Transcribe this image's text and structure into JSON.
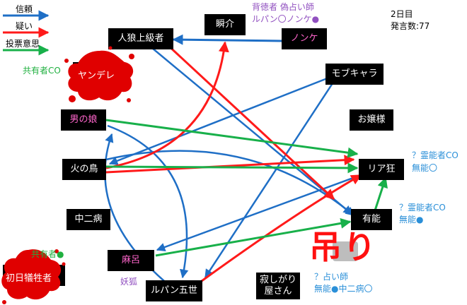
{
  "legend": [
    {
      "label": "信頼",
      "color": "#1f6fc6"
    },
    {
      "label": "疑い",
      "color": "#ff1a1a"
    },
    {
      "label": "投票意思",
      "color": "#18b04a"
    }
  ],
  "day": {
    "day_label": "2日目",
    "count_label": "発言数:77"
  },
  "characters": {
    "jinro": "人狼上級者",
    "shunsuke": "瞬介",
    "nonke": "ノンケ",
    "mobu": "モブキャラ",
    "otoko": "男の娘",
    "ojou": "お嬢様",
    "hinotori": "火の鳥",
    "riakyo": "リア狂",
    "chuni": "中二病",
    "yuno": "有能",
    "maro": "麻呂",
    "lupin": "ルパン五世",
    "sabishi": "寂しがり屋さん",
    "yandere": "ヤンデレ",
    "shonichi": "初日犠牲者"
  },
  "annotations": {
    "top_line1": "背徳者 偽占い師",
    "top_line2": "ルパン〇ノンケ●",
    "yandere_co": "共有者CO",
    "shonichi_co": "共有者●",
    "riakyo_line1": "？霊能者CO",
    "riakyo_line2": "無能〇",
    "yuno_line1": "？霊能者CO",
    "yuno_line2": "無能●",
    "sabishi_line1": "？占い師",
    "sabishi_line2": "無能●中二病〇",
    "youko": "妖狐",
    "hang": "吊り"
  }
}
